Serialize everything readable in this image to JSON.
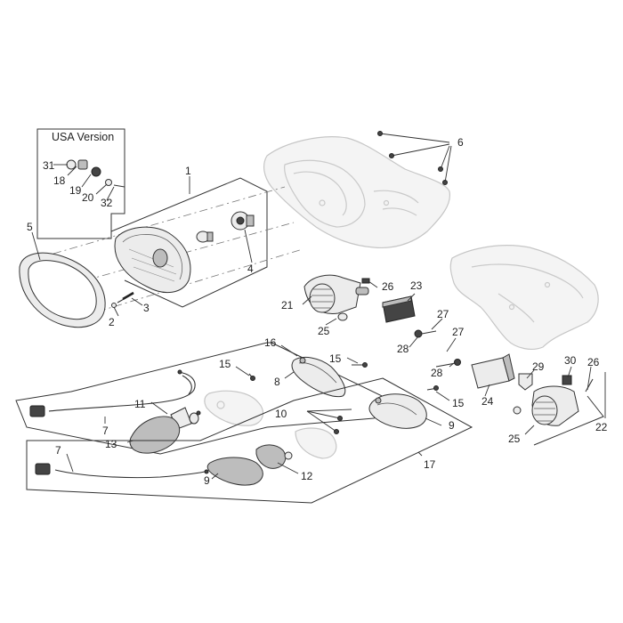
{
  "inset": {
    "title": "USA Version"
  },
  "callouts": {
    "c1": "1",
    "c2": "2",
    "c3": "3",
    "c4": "4",
    "c5": "5",
    "c6": "6",
    "c7a": "7",
    "c7b": "7",
    "c8": "8",
    "c9a": "9",
    "c9b": "9",
    "c10": "10",
    "c11": "11",
    "c12": "12",
    "c13": "13",
    "c15a": "15",
    "c15b": "15",
    "c15c": "15",
    "c16": "16",
    "c17": "17",
    "c18": "18",
    "c19": "19",
    "c20": "20",
    "c21": "21",
    "c22": "22",
    "c23": "23",
    "c24": "24",
    "c25a": "25",
    "c25b": "25",
    "c26a": "26",
    "c26b": "26",
    "c27a": "27",
    "c27b": "27",
    "c28a": "28",
    "c28b": "28",
    "c29": "29",
    "c30": "30",
    "c31": "31",
    "c32": "32"
  }
}
